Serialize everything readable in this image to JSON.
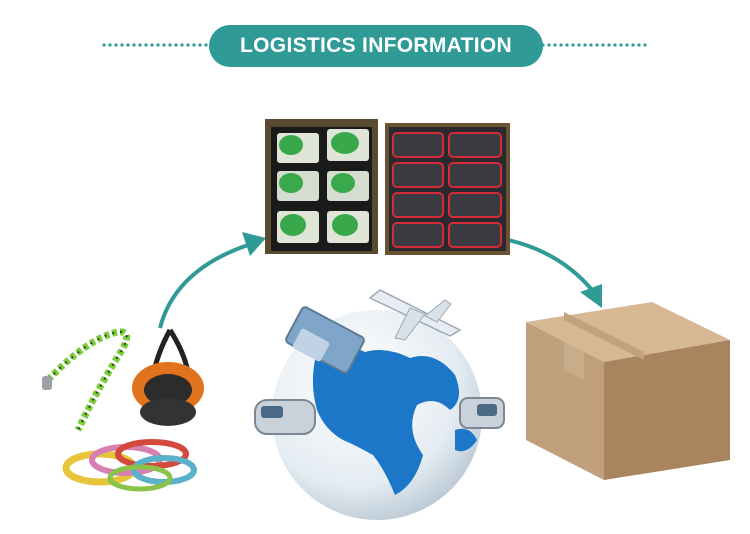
{
  "header": {
    "title": "LOGISTICS INFORMATION"
  },
  "theme": {
    "accent": "#2f9a96",
    "box": "#c8a882"
  },
  "images": {
    "products_left": "pet-leash-harness-collars",
    "packed_green": "green-packed-bags",
    "packed_black": "black-packed-bags",
    "globe": "globe-with-truck-plane-train",
    "carton": "cardboard-shipping-box"
  }
}
